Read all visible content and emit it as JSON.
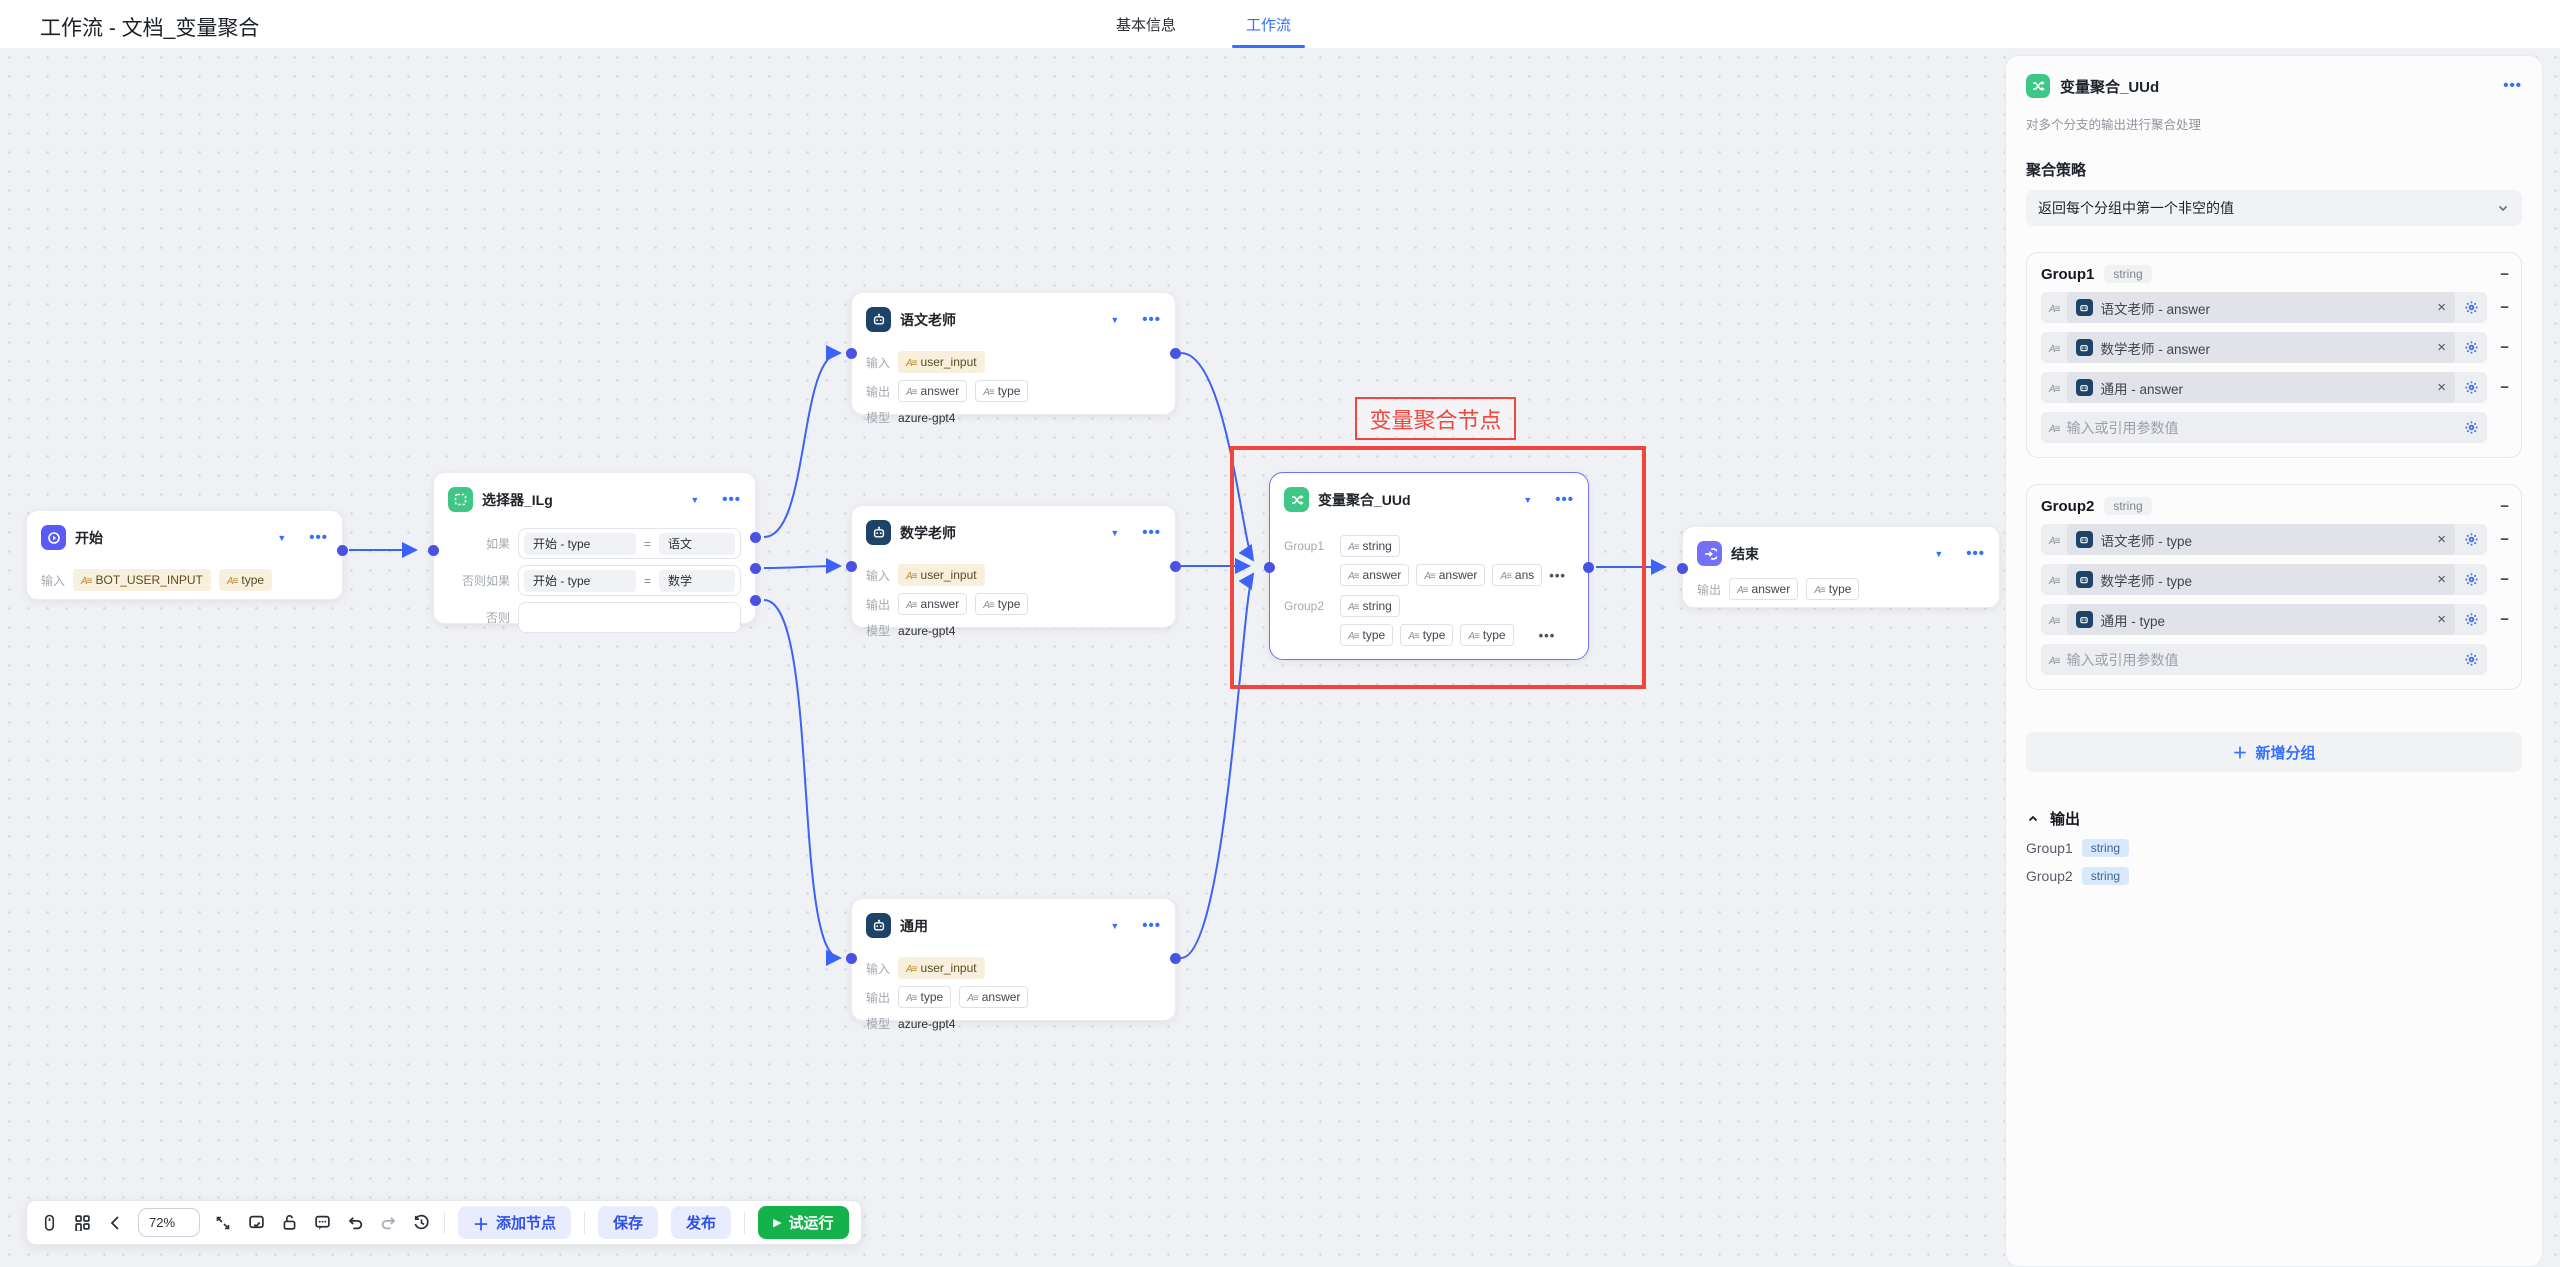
{
  "header": {
    "title": "工作流 - 文档_变量聚合",
    "tab_basic": "基本信息",
    "tab_workflow": "工作流"
  },
  "canvas": {
    "annotation_label": "变量聚合节点",
    "start": {
      "title": "开始",
      "input_label": "输入",
      "tag1": "BOT_USER_INPUT",
      "tag2": "type"
    },
    "selector": {
      "title": "选择器_ILg",
      "row1_label": "如果",
      "row1_left": "开始 - type",
      "row1_op": "=",
      "row1_right": "语文",
      "row2_label": "否则如果",
      "row2_left": "开始 - type",
      "row2_op": "=",
      "row2_right": "数学",
      "row3_label": "否则"
    },
    "chinese": {
      "title": "语文老师",
      "input_label": "输入",
      "input_tag": "user_input",
      "output_label": "输出",
      "out1": "answer",
      "out2": "type",
      "model_label": "模型",
      "model": "azure-gpt4"
    },
    "math": {
      "title": "数学老师",
      "input_label": "输入",
      "input_tag": "user_input",
      "output_label": "输出",
      "out1": "answer",
      "out2": "type",
      "model_label": "模型",
      "model": "azure-gpt4"
    },
    "general": {
      "title": "通用",
      "input_label": "输入",
      "input_tag": "user_input",
      "output_label": "输出",
      "out1": "type",
      "out2": "answer",
      "model_label": "模型",
      "model": "azure-gpt4"
    },
    "aggregate": {
      "title": "变量聚合_UUd",
      "g1_label": "Group1",
      "g1_type": "string",
      "g1_t1": "answer",
      "g1_t2": "answer",
      "g1_t3": "ans",
      "g2_label": "Group2",
      "g2_type": "string",
      "g2_t1": "type",
      "g2_t2": "type",
      "g2_t3": "type"
    },
    "end": {
      "title": "结束",
      "output_label": "输出",
      "out1": "answer",
      "out2": "type"
    }
  },
  "panel": {
    "title": "变量聚合_UUd",
    "description": "对多个分支的输出进行聚合处理",
    "strategy_label": "聚合策略",
    "strategy_value": "返回每个分组中第一个非空的值",
    "group1": {
      "name": "Group1",
      "type": "string",
      "rows": [
        {
          "text": "语文老师 - answer"
        },
        {
          "text": "数学老师 - answer"
        },
        {
          "text": "通用 - answer"
        }
      ],
      "placeholder": "输入或引用参数值"
    },
    "group2": {
      "name": "Group2",
      "type": "string",
      "rows": [
        {
          "text": "语文老师 - type"
        },
        {
          "text": "数学老师 - type"
        },
        {
          "text": "通用 - type"
        }
      ],
      "placeholder": "输入或引用参数值"
    },
    "add_group_label": "新增分组",
    "output_section": {
      "label": "输出",
      "rows": [
        {
          "name": "Group1",
          "type": "string"
        },
        {
          "name": "Group2",
          "type": "string"
        }
      ]
    }
  },
  "toolbar": {
    "zoom": "72%",
    "add_node": "添加节点",
    "save": "保存",
    "publish": "发布",
    "test_run": "试运行"
  },
  "colors": {
    "accent": "#3370ff",
    "edge": "#3c62f7",
    "port": "#4a52e2",
    "red": "#f2463d",
    "green": "#15b24b"
  }
}
